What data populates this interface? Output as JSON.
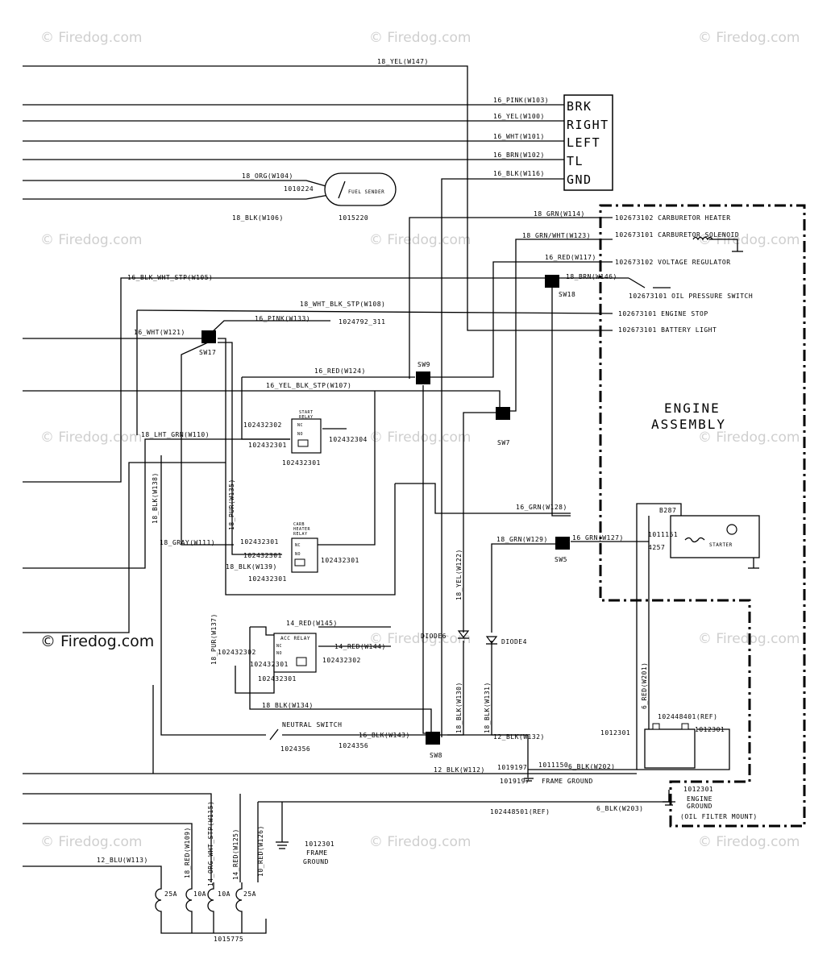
{
  "watermark": "© Firedog.com",
  "wire_labels": {
    "w147": "18_YEL(W147)",
    "w103": "16_PINK(W103)",
    "w100": "16_YEL(W100)",
    "w101": "16_WHT(W101)",
    "w102": "16_BRN(W102)",
    "w116": "16_BLK(W116)",
    "w104": "18_ORG(W104)",
    "w106": "18_BLK(W106)",
    "w114": "18_GRN(W114)",
    "w123": "18_GRN/WHT(W123)",
    "w117": "16_RED(W117)",
    "w146": "18_BRN(W146)",
    "w105": "16_BLK_WHT_STP(W105)",
    "w108": "18_WHT_BLK_STP(W108)",
    "w133": "16_PINK(W133)",
    "w121": "16_WHT(W121)",
    "w124": "16_RED(W124)",
    "w107": "16_YEL_BLK_STP(W107)",
    "w110": "18_LHT_GRN(W110)",
    "w138": "18_BLK(W138)",
    "w135": "18_PUR(W135)",
    "w111": "18_GRAY(W111)",
    "w139": "18_BLK(W139)",
    "w128": "16_GRN(W128)",
    "w129": "18_GRN(W129)",
    "w127": "16_GRN(W127)",
    "w122": "18_YEL(W122)",
    "w145": "14_RED(W145)",
    "w144": "14_RED(W144)",
    "w137": "18_PUR(W137)",
    "w130": "18_BLK(W130)",
    "w131": "18_BLK(W131)",
    "w134": "18_BLK(W134)",
    "w143": "16_BLK(W143)",
    "w132": "12_BLK(W132)",
    "w112": "12_BLK(W112)",
    "w202": "6_BLK(W202)",
    "w203": "6_BLK(W203)",
    "w201": "6_RED(W201)",
    "w113": "12_BLU(W113)",
    "w109": "18_RED(W109)",
    "w115": "14_ORG_WHT_STP(W115)",
    "w125": "14_RED(W125)",
    "w126": "10_RED(W126)"
  },
  "light_connector": [
    "BRK",
    "RIGHT",
    "LEFT",
    "TL",
    "GND"
  ],
  "fuel_sender": {
    "label": "FUEL SENDER",
    "part_top": "1010224",
    "part_bottom": "1015220"
  },
  "engine_assembly": {
    "title_line1": "ENGINE",
    "title_line2": "ASSEMBLY",
    "components": [
      "102673102 CARBURETOR HEATER",
      "102673101 CARBURETOR SOLENOID",
      "102673102 VOLTAGE REGULATOR",
      "102673101 OIL PRESSURE SWITCH",
      "102673101 ENGINE STOP",
      "102673101 BATTERY LIGHT"
    ]
  },
  "splices": {
    "sw18": "SW18",
    "sw17": "SW17",
    "sw9": "SW9",
    "sw7": "SW7",
    "sw5": "SW5",
    "sw8": "SW8"
  },
  "parts": {
    "p_1024792_311": "1024792_311",
    "start_relay_title_1": "START",
    "start_relay_title_2": "RELAY",
    "start_relay_p1": "102432302",
    "start_relay_p2": "102432301",
    "start_relay_p3": "102432304",
    "start_relay_p4": "102432301",
    "carb_relay_title_1": "CARB",
    "carb_relay_title_2": "HEATER",
    "carb_relay_title_3": "RELAY",
    "carb_relay_p1": "102432301",
    "carb_relay_p2": "102432301",
    "carb_relay_p3": "102432301",
    "carb_relay_p4": "102432301",
    "acc_relay_title": "ACC RELAY",
    "acc_relay_p1": "102432302",
    "acc_relay_p2": "102432302",
    "acc_relay_p3": "102432301",
    "acc_relay_p4": "102432301",
    "relay_nc": "NC",
    "relay_no": "NO",
    "diode6": "DIODE6",
    "diode4": "DIODE4",
    "neutral_switch": "NEUTRAL SWITCH",
    "neutral_p1": "1024356",
    "neutral_p2": "1024356",
    "starter_label": "STARTER",
    "starter_b287": "B287",
    "starter_1011151": "1011151",
    "starter_4257": "4257",
    "battery_ref": "102448401(REF)",
    "battery_left": "1012301",
    "battery_right": "1012301",
    "p_1019197a": "1019197",
    "p_1011150": "1011150",
    "p_1019197b": "1019197",
    "frame_ground": "FRAME GROUND",
    "engine_ground_part": "1012301",
    "engine_ground_1": "ENGINE",
    "engine_ground_2": "GROUND",
    "oil_filter_mount": "(OIL FILTER MOUNT)",
    "cable_ref": "102448501(REF)",
    "frame_ground_part": "1012301",
    "frame_ground_1": "FRAME",
    "frame_ground_2": "GROUND",
    "fuse_25a_1": "25A",
    "fuse_10a_1": "10A",
    "fuse_10a_2": "10A",
    "fuse_25a_2": "25A",
    "fuse_block": "1015775"
  }
}
